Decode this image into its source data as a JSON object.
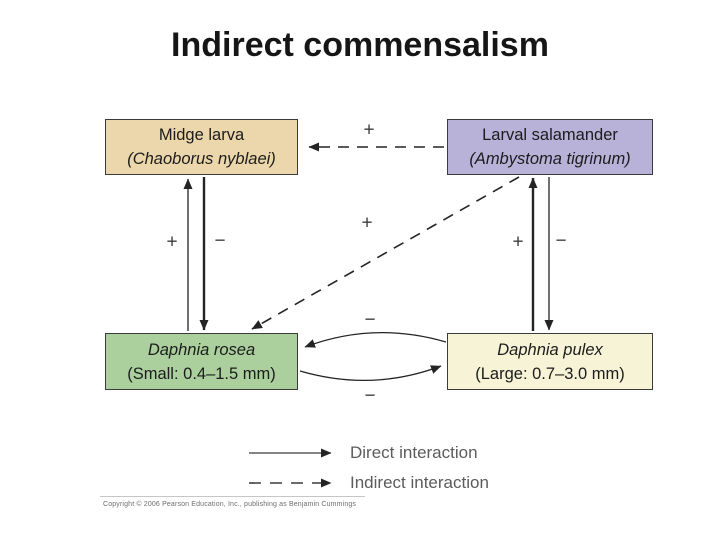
{
  "slide": {
    "title": "Indirect commensalism"
  },
  "diagram": {
    "nodes": [
      {
        "id": "midge-larva",
        "line1": "Midge larva",
        "line2": "(Chaoborus nyblaei)",
        "fill": "#ecd6ab"
      },
      {
        "id": "larval-salamander",
        "line1": "Larval salamander",
        "line2": "(Ambystoma tigrinum)",
        "fill": "#b8b2d8"
      },
      {
        "id": "daphnia-rosea",
        "line1": "Daphnia rosea",
        "line2": "(Small: 0.4–1.5 mm)",
        "fill": "#abd09e"
      },
      {
        "id": "daphnia-pulex",
        "line1": "Daphnia pulex",
        "line2": "(Large: 0.7–3.0 mm)",
        "fill": "#f6f3d6"
      }
    ],
    "edges": [
      {
        "from": "Larval salamander",
        "to": "Midge larva",
        "sign": "+",
        "type": "indirect"
      },
      {
        "from": "Daphnia rosea",
        "to": "Midge larva",
        "sign": "+",
        "type": "direct"
      },
      {
        "from": "Midge larva",
        "to": "Daphnia rosea",
        "sign": "−",
        "type": "direct"
      },
      {
        "from": "Larval salamander",
        "to": "Daphnia rosea",
        "sign": "+",
        "type": "indirect"
      },
      {
        "from": "Daphnia pulex",
        "to": "Larval salamander",
        "sign": "+",
        "type": "direct"
      },
      {
        "from": "Larval salamander",
        "to": "Daphnia pulex",
        "sign": "−",
        "type": "direct"
      },
      {
        "from": "Daphnia pulex",
        "to": "Daphnia rosea",
        "sign": "−",
        "type": "direct"
      },
      {
        "from": "Daphnia rosea",
        "to": "Daphnia pulex",
        "sign": "−",
        "type": "direct"
      }
    ],
    "line_color": "#2a2a2a"
  },
  "legend": {
    "direct_label": "Direct interaction",
    "indirect_label": "Indirect interaction"
  },
  "footer": {
    "copyright": "Copyright © 2006 Pearson Education, Inc., publishing as Benjamin Cummings"
  }
}
